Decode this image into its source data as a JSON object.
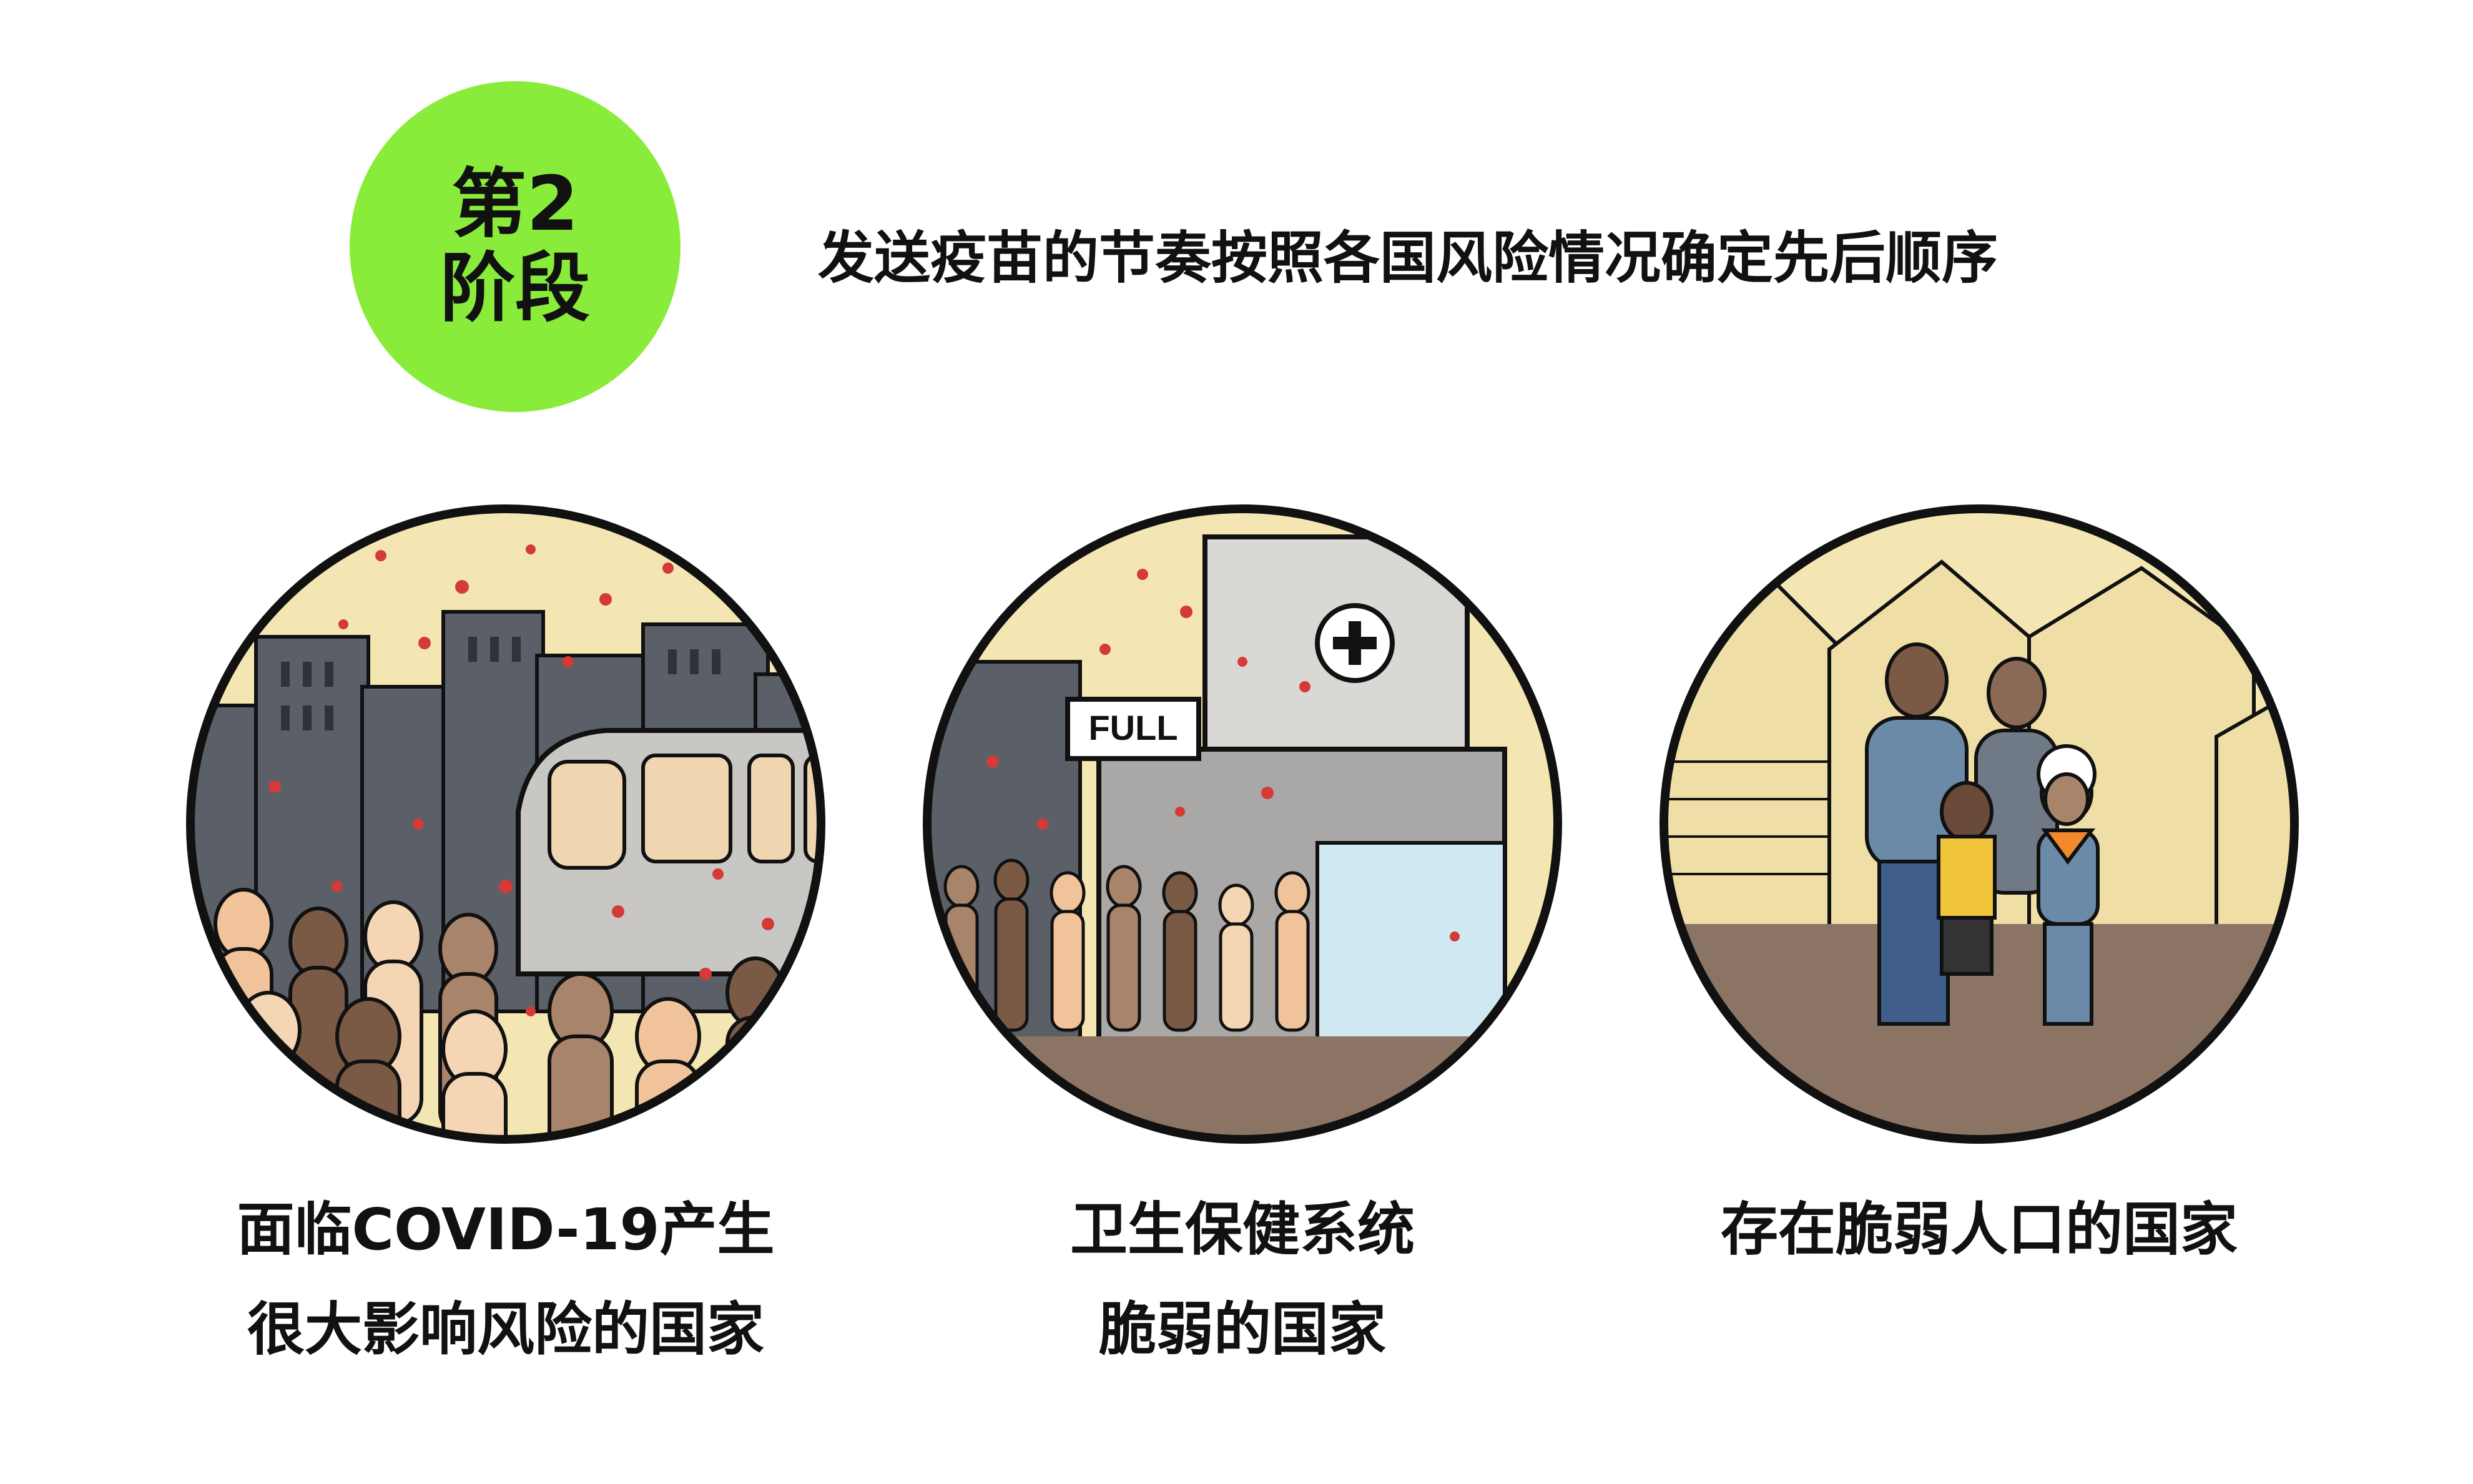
{
  "stage": {
    "line1": "第2",
    "line2": "阶段"
  },
  "headline": "发送疫苗的节奏按照各国风险情况确定先后顺序",
  "scenes": [
    {
      "caption_line1": "面临COVID-19产生",
      "caption_line2": "很大影响风险的国家",
      "icon": "crowded-city-train-illustration"
    },
    {
      "caption_line1": "卫生保健系统",
      "caption_line2": "脆弱的国家",
      "sign": "FULL",
      "icon": "full-hospital-queue-illustration"
    },
    {
      "caption_line1": "存在脆弱人口的国家",
      "caption_line2": "",
      "icon": "refugee-camp-family-illustration"
    }
  ],
  "colors": {
    "badge": "#8aec3a",
    "sky": "#f4e6b2",
    "buildings": "#5b6068",
    "virus": "#d43a36",
    "ground": "#8b7464"
  }
}
